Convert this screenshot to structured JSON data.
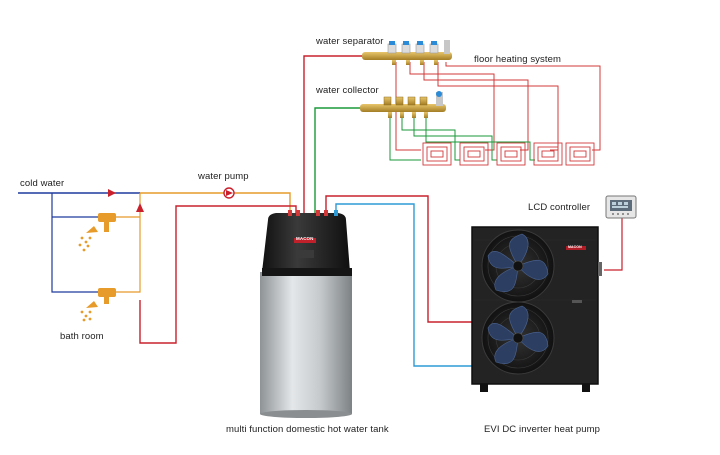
{
  "labels": {
    "water_separator": "water separator",
    "water_collector": "water collector",
    "floor_heating": "floor heating system",
    "cold_water": "cold water",
    "water_pump": "water pump",
    "bath_room": "bath room",
    "lcd_controller": "LCD controller",
    "tank": "multi function domestic hot water tank",
    "heat_pump": "EVI DC inverter heat pump"
  },
  "brand": "MACON",
  "colors": {
    "hot_line": "#c9202c",
    "cold_line": "#1f3a9e",
    "mixed_line": "#e69b2a",
    "return_line": "#1a9a3a",
    "inlet_line": "#2f9bd6",
    "floor_loop": "#d23a3a",
    "brass": "#c9a64a",
    "tank_top": "#1c1c1c",
    "tank_body": "#bfc3c6",
    "heat_pump_body": "#232323"
  }
}
